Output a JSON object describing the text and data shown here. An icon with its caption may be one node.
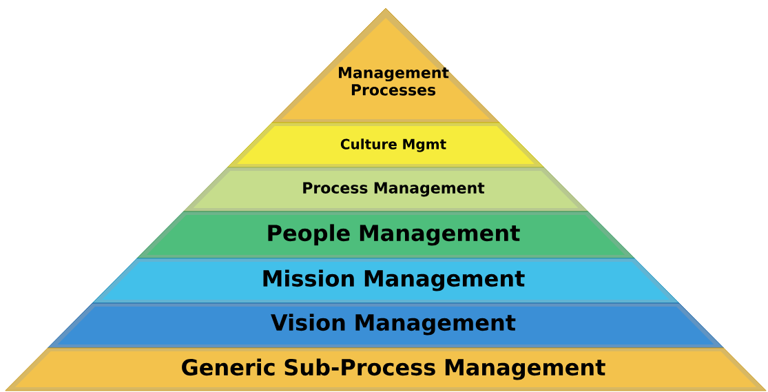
{
  "diagram": {
    "nodes": [
      {
        "text": [
          "Management Processes"
        ]
      },
      {
        "text": [
          "Culture Mgmt"
        ]
      },
      {
        "text": [
          "Process Management"
        ]
      },
      {
        "text": [
          "People Management"
        ]
      },
      {
        "text": [
          "Mission Management"
        ]
      },
      {
        "text": [
          "Vision Management"
        ]
      },
      {
        "text": [
          "Generic Sub-Process Management"
        ]
      }
    ]
  }
}
